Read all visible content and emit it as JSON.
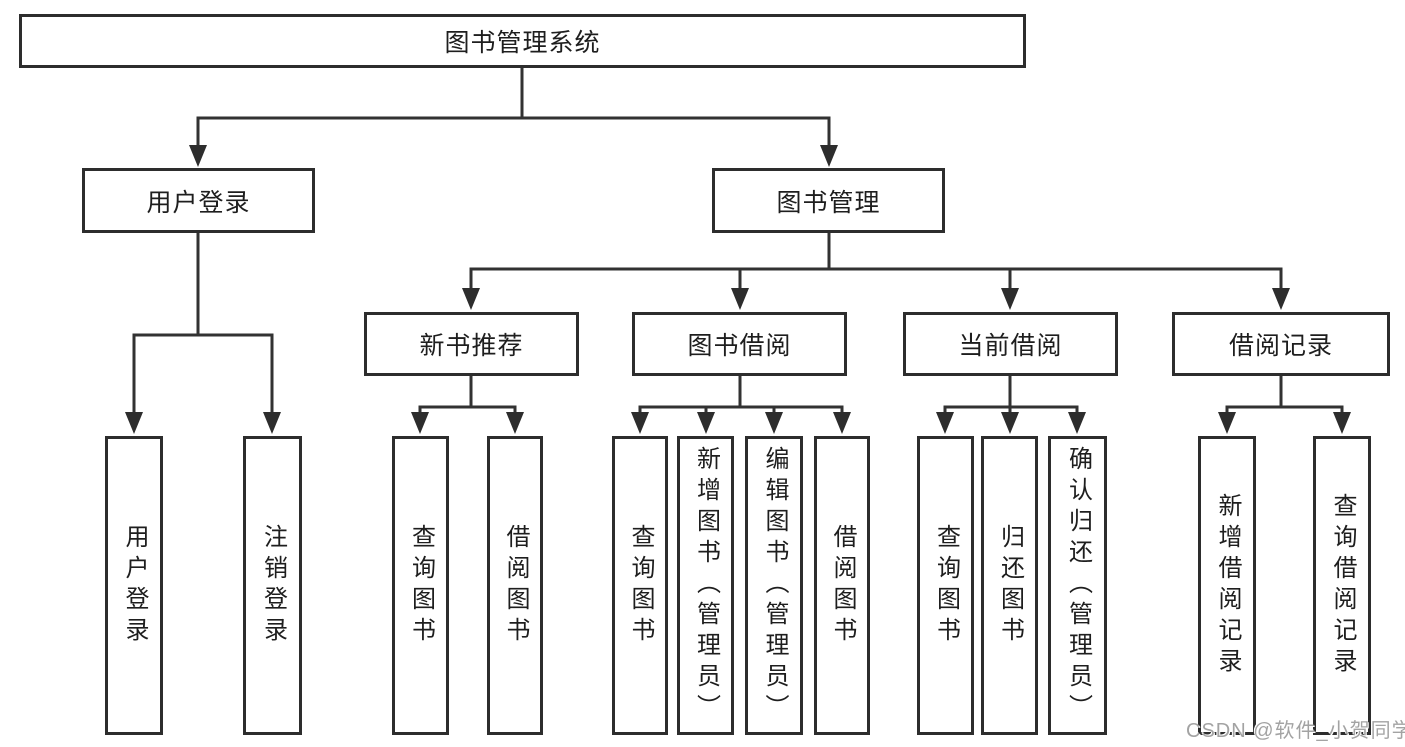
{
  "tree": {
    "root": {
      "label": "图书管理系统"
    },
    "branches": [
      {
        "label": "用户登录",
        "children": [
          {
            "label": "用户登录"
          },
          {
            "label": "注销登录"
          }
        ]
      },
      {
        "label": "图书管理",
        "children": [
          {
            "label": "新书推荐",
            "children": [
              {
                "label": "查询图书"
              },
              {
                "label": "借阅图书"
              }
            ]
          },
          {
            "label": "图书借阅",
            "children": [
              {
                "label": "查询图书"
              },
              {
                "label": "新增图书（管理员）"
              },
              {
                "label": "编辑图书（管理员）"
              },
              {
                "label": "借阅图书"
              }
            ]
          },
          {
            "label": "当前借阅",
            "children": [
              {
                "label": "查询图书"
              },
              {
                "label": "归还图书"
              },
              {
                "label": "确认归还（管理员）"
              }
            ]
          },
          {
            "label": "借阅记录",
            "children": [
              {
                "label": "新增借阅记录"
              },
              {
                "label": "查询借阅记录"
              }
            ]
          }
        ]
      }
    ]
  },
  "watermark": {
    "text": "CSDN @软件_小贺同学"
  },
  "colors": {
    "line": "#323232",
    "box_border": "#2d2d2d",
    "text": "#1e1e1e",
    "watermark": "#a3a3a3",
    "background": "#ffffff"
  }
}
